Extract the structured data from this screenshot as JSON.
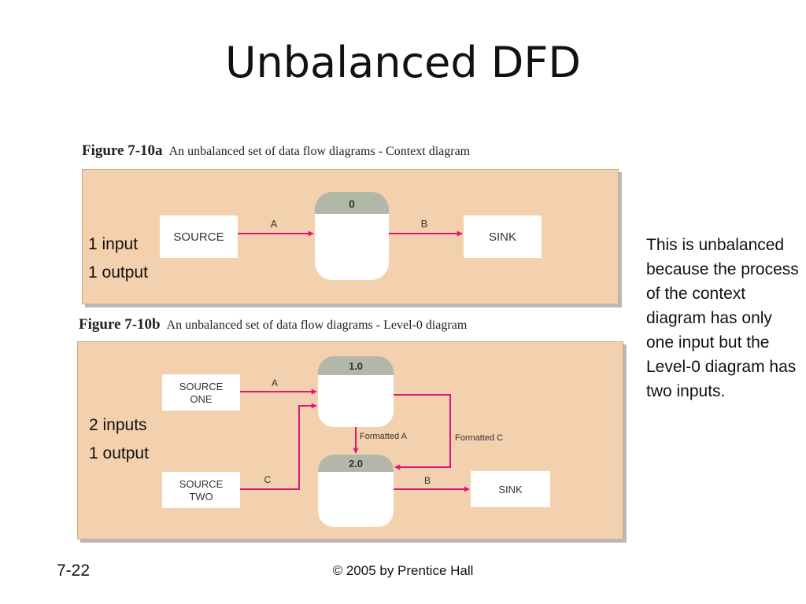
{
  "title": "Unbalanced DFD",
  "fig_a": {
    "num": "Figure 7-10a",
    "desc": "An unbalanced set of data flow diagrams - Context diagram",
    "source": "SOURCE",
    "sink": "SINK",
    "process_id": "0",
    "flow_in": "A",
    "flow_out": "B",
    "note1": "1 input",
    "note2": "1 output"
  },
  "fig_b": {
    "num": "Figure 7-10b",
    "desc": "An unbalanced set of data flow diagrams - Level-0 diagram",
    "source1_l1": "SOURCE",
    "source1_l2": "ONE",
    "source2_l1": "SOURCE",
    "source2_l2": "TWO",
    "sink": "SINK",
    "p1_id": "1.0",
    "p2_id": "2.0",
    "flow_a": "A",
    "flow_c": "C",
    "flow_b": "B",
    "formatted_a": "Formatted A",
    "formatted_c": "Formatted C",
    "note1": "2 inputs",
    "note2": "1 output"
  },
  "explanation": "This is unbalanced because the process of the context diagram has only one input but the Level-0 diagram has two inputs.",
  "footer": {
    "slide_number": "7-22",
    "copyright": "© 2005 by Prentice Hall"
  },
  "colors": {
    "panel": "#f3d0ae",
    "arrow": "#e0157c",
    "process_header": "#b2b8a8"
  }
}
